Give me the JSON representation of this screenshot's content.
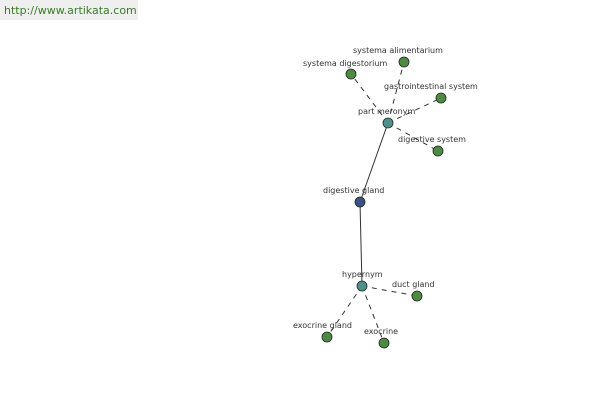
{
  "site_link": "http://www.artikata.com",
  "colors": {
    "center": "#3e4f86",
    "relation": "#4f8f8c",
    "leaf": "#4f8a45",
    "edge": "#333333",
    "link": "#3b7a2a"
  },
  "nodes": [
    {
      "id": "center",
      "label": "digestive gland",
      "kind": "center"
    },
    {
      "id": "part",
      "label": "part meronym",
      "kind": "relation"
    },
    {
      "id": "hyper",
      "label": "hypernym",
      "kind": "relation"
    },
    {
      "id": "sys_dig",
      "label": "systema digestorium",
      "kind": "leaf"
    },
    {
      "id": "sys_ali",
      "label": "systema alimentarium",
      "kind": "leaf"
    },
    {
      "id": "gastro",
      "label": "gastrointestinal system",
      "kind": "leaf"
    },
    {
      "id": "dig_sys",
      "label": "digestive system",
      "kind": "leaf"
    },
    {
      "id": "duct",
      "label": "duct gland",
      "kind": "leaf"
    },
    {
      "id": "exo_gl",
      "label": "exocrine gland",
      "kind": "leaf"
    },
    {
      "id": "exo",
      "label": "exocrine",
      "kind": "leaf"
    }
  ],
  "edges": [
    {
      "from": "center",
      "to": "part",
      "style": "solid"
    },
    {
      "from": "center",
      "to": "hyper",
      "style": "solid"
    },
    {
      "from": "part",
      "to": "sys_dig",
      "style": "dashed"
    },
    {
      "from": "part",
      "to": "sys_ali",
      "style": "dashed"
    },
    {
      "from": "part",
      "to": "gastro",
      "style": "dashed"
    },
    {
      "from": "part",
      "to": "dig_sys",
      "style": "dashed"
    },
    {
      "from": "hyper",
      "to": "duct",
      "style": "dashed"
    },
    {
      "from": "hyper",
      "to": "exo_gl",
      "style": "dashed"
    },
    {
      "from": "hyper",
      "to": "exo",
      "style": "dashed"
    }
  ]
}
